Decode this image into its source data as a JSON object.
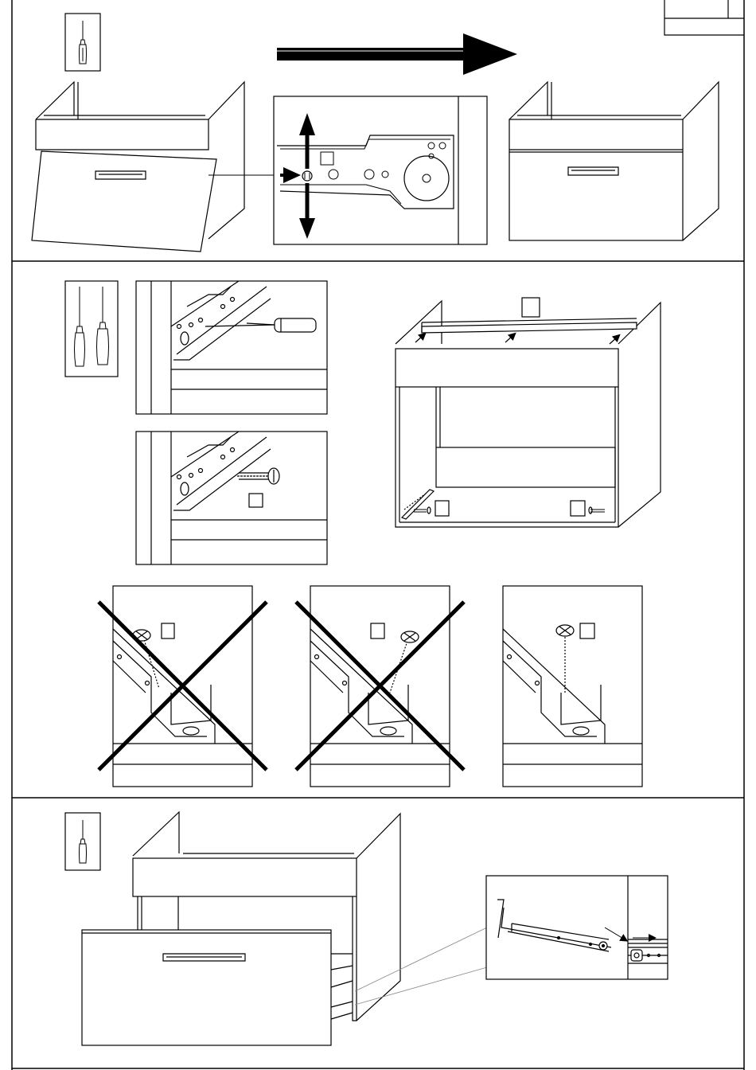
{
  "document": {
    "page_number_box": {
      "number": ""
    },
    "sections": [
      {
        "id": "step-1",
        "tools": [
          "phillips-screwdriver-icon"
        ],
        "callout_labels": [
          ""
        ]
      },
      {
        "id": "step-2",
        "tools": [
          "phillips-screwdriver-icon",
          "flat-screwdriver-icon"
        ],
        "callout_labels": [
          "",
          "",
          "",
          ""
        ]
      },
      {
        "id": "step-3",
        "tools": [
          "phillips-screwdriver-icon"
        ],
        "callout_labels": []
      }
    ],
    "screw_angle_checks": [
      {
        "verdict": "wrong"
      },
      {
        "verdict": "wrong"
      },
      {
        "verdict": "correct"
      }
    ],
    "colors": {
      "ink": "#000000",
      "paper": "#ffffff"
    }
  }
}
